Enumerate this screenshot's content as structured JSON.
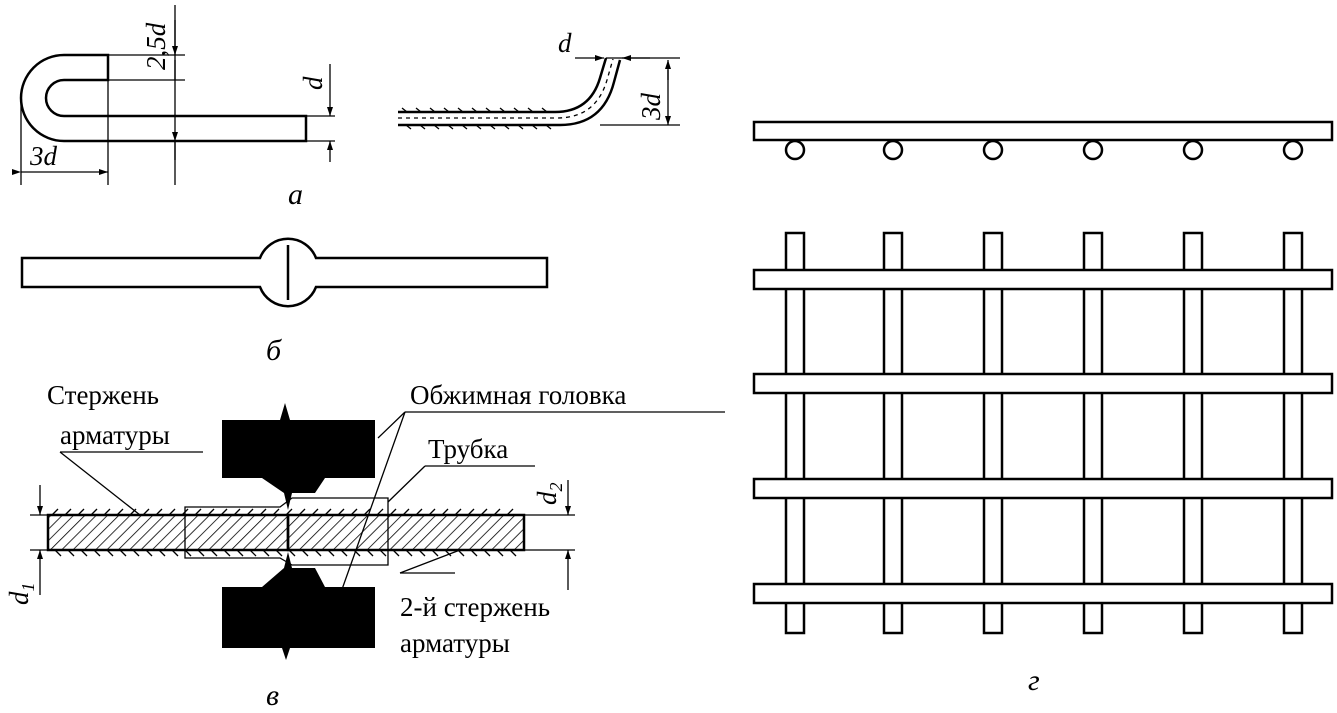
{
  "panels": {
    "a": "а",
    "b": "б",
    "v": "в",
    "g": "г"
  },
  "dims": {
    "d": "d",
    "two_half_d": "2,5d",
    "three_d": "3d",
    "d1_base": "d",
    "d1_sub": "1",
    "d2_base": "d",
    "d2_sub": "2"
  },
  "labels": {
    "rod_line1": "Стержень",
    "rod_line2": "арматуры",
    "crimp_head": "Обжимная головка",
    "tube": "Трубка",
    "rod2_line1": "2-й стержень",
    "rod2_line2": "арматуры"
  }
}
